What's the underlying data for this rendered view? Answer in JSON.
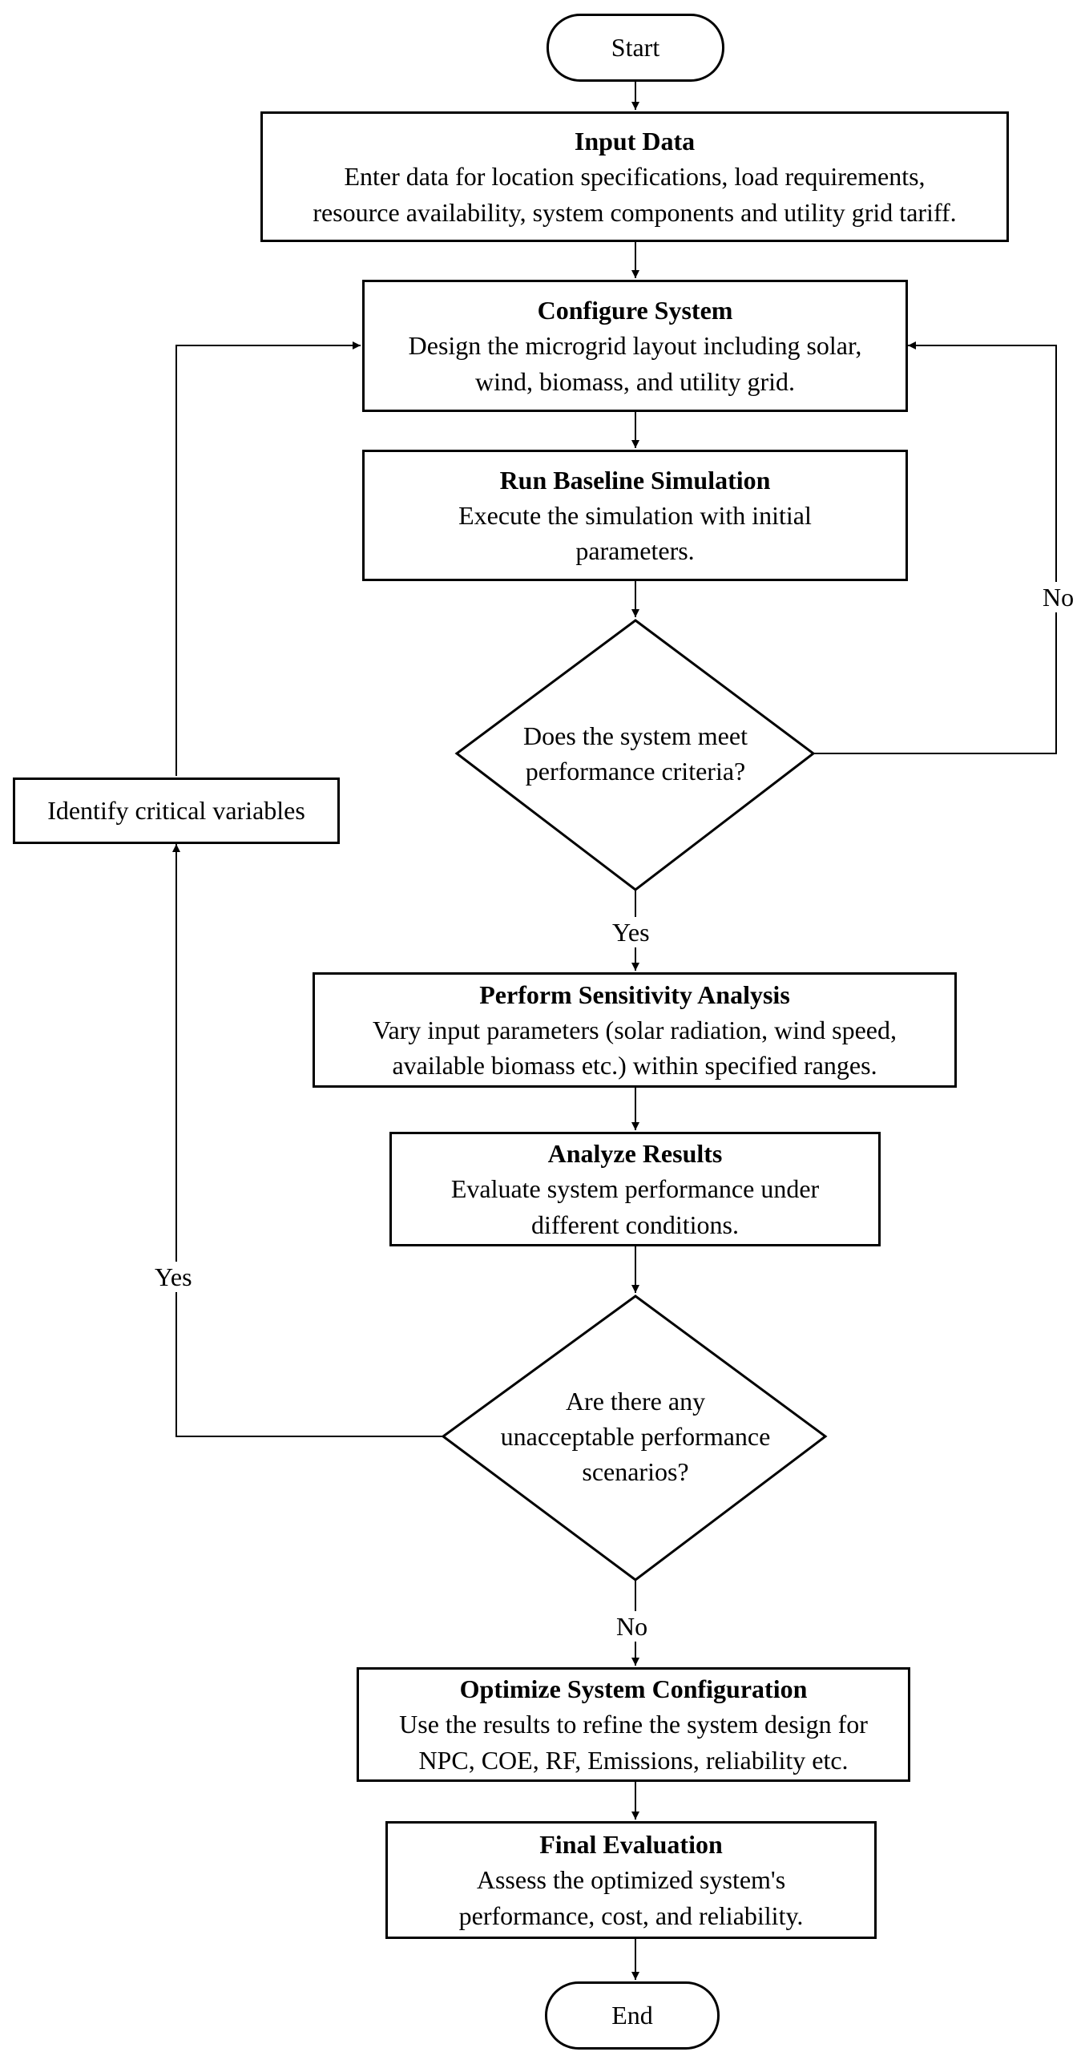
{
  "start": "Start",
  "end": "End",
  "steps": {
    "input": {
      "title": "Input Data",
      "lines": [
        "Enter data for location specifications, load requirements,",
        "resource availability, system components and utility grid tariff."
      ]
    },
    "configure": {
      "title": "Configure System",
      "lines": [
        "Design the microgrid layout including solar,",
        "wind, biomass, and utility grid."
      ]
    },
    "baseline": {
      "title": "Run Baseline Simulation",
      "lines": [
        "Execute the simulation with initial",
        "parameters."
      ]
    },
    "sensitivity": {
      "title": "Perform Sensitivity Analysis",
      "lines": [
        "Vary input parameters (solar radiation, wind speed,",
        "available biomass etc.) within specified ranges."
      ]
    },
    "analyze": {
      "title": "Analyze Results",
      "lines": [
        "Evaluate system performance under",
        "different conditions."
      ]
    },
    "optimize": {
      "title": "Optimize System Configuration",
      "lines": [
        "Use the results to refine the system design for",
        "NPC, COE, RF, Emissions, reliability etc."
      ]
    },
    "final": {
      "title": "Final Evaluation",
      "lines": [
        "Assess the optimized system's",
        "performance, cost, and reliability."
      ]
    }
  },
  "decisions": {
    "criteria": {
      "lines": [
        "Does the system meet",
        "performance criteria?"
      ],
      "yes": "Yes",
      "no": "No"
    },
    "scenarios": {
      "lines": [
        "Are there any",
        "unacceptable performance",
        "scenarios?"
      ],
      "yes": "Yes",
      "no": "No"
    }
  },
  "side": {
    "critical": "Identify critical variables"
  }
}
